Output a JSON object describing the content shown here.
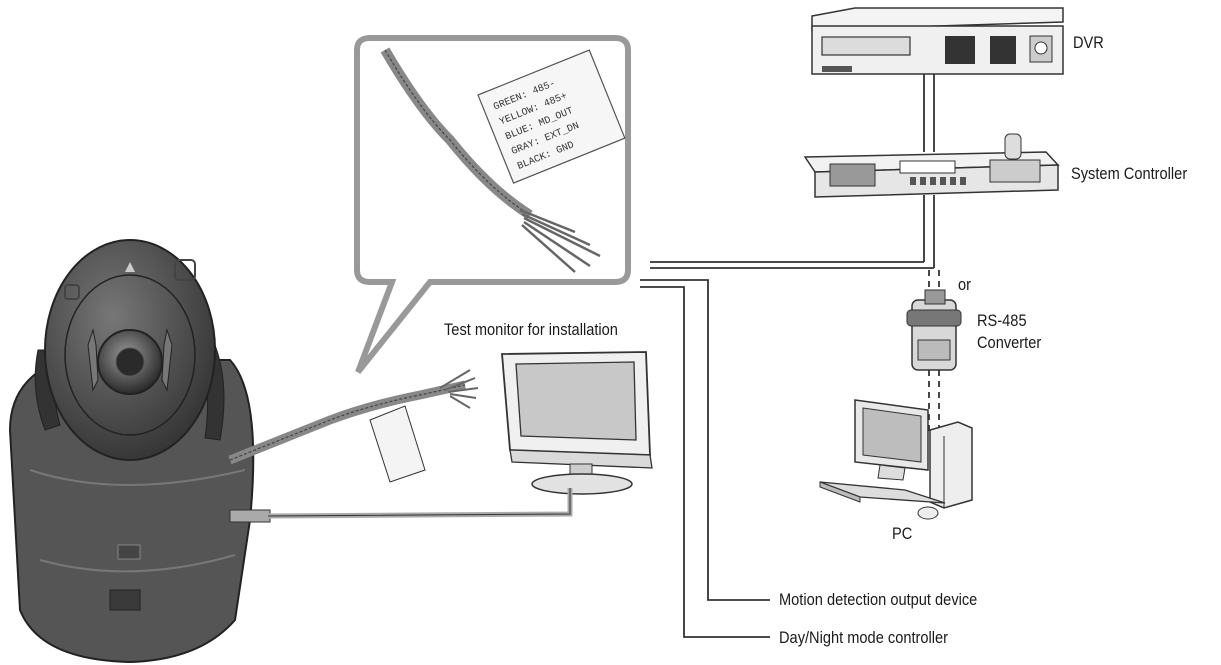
{
  "labels": {
    "dvr": "DVR",
    "system_controller": "System Controller",
    "or": "or",
    "rs485_line1": "RS-485",
    "rs485_line2": "Converter",
    "pc": "PC",
    "test_monitor": "Test monitor for installation",
    "motion_output": "Motion detection output device",
    "day_night": "Day/Night mode controller"
  },
  "wire_tag": {
    "line1": "GREEN: 485-",
    "line2": "YELLOW: 485+",
    "line3": "BLUE: MD_OUT",
    "line4": "GRAY: EXT_DN",
    "line5": "BLACK: GND"
  },
  "colors": {
    "line": "#333333",
    "device_fill": "#e8e8e8",
    "camera_fill": "#4a4a4a",
    "cable": "#aaaaaa"
  }
}
